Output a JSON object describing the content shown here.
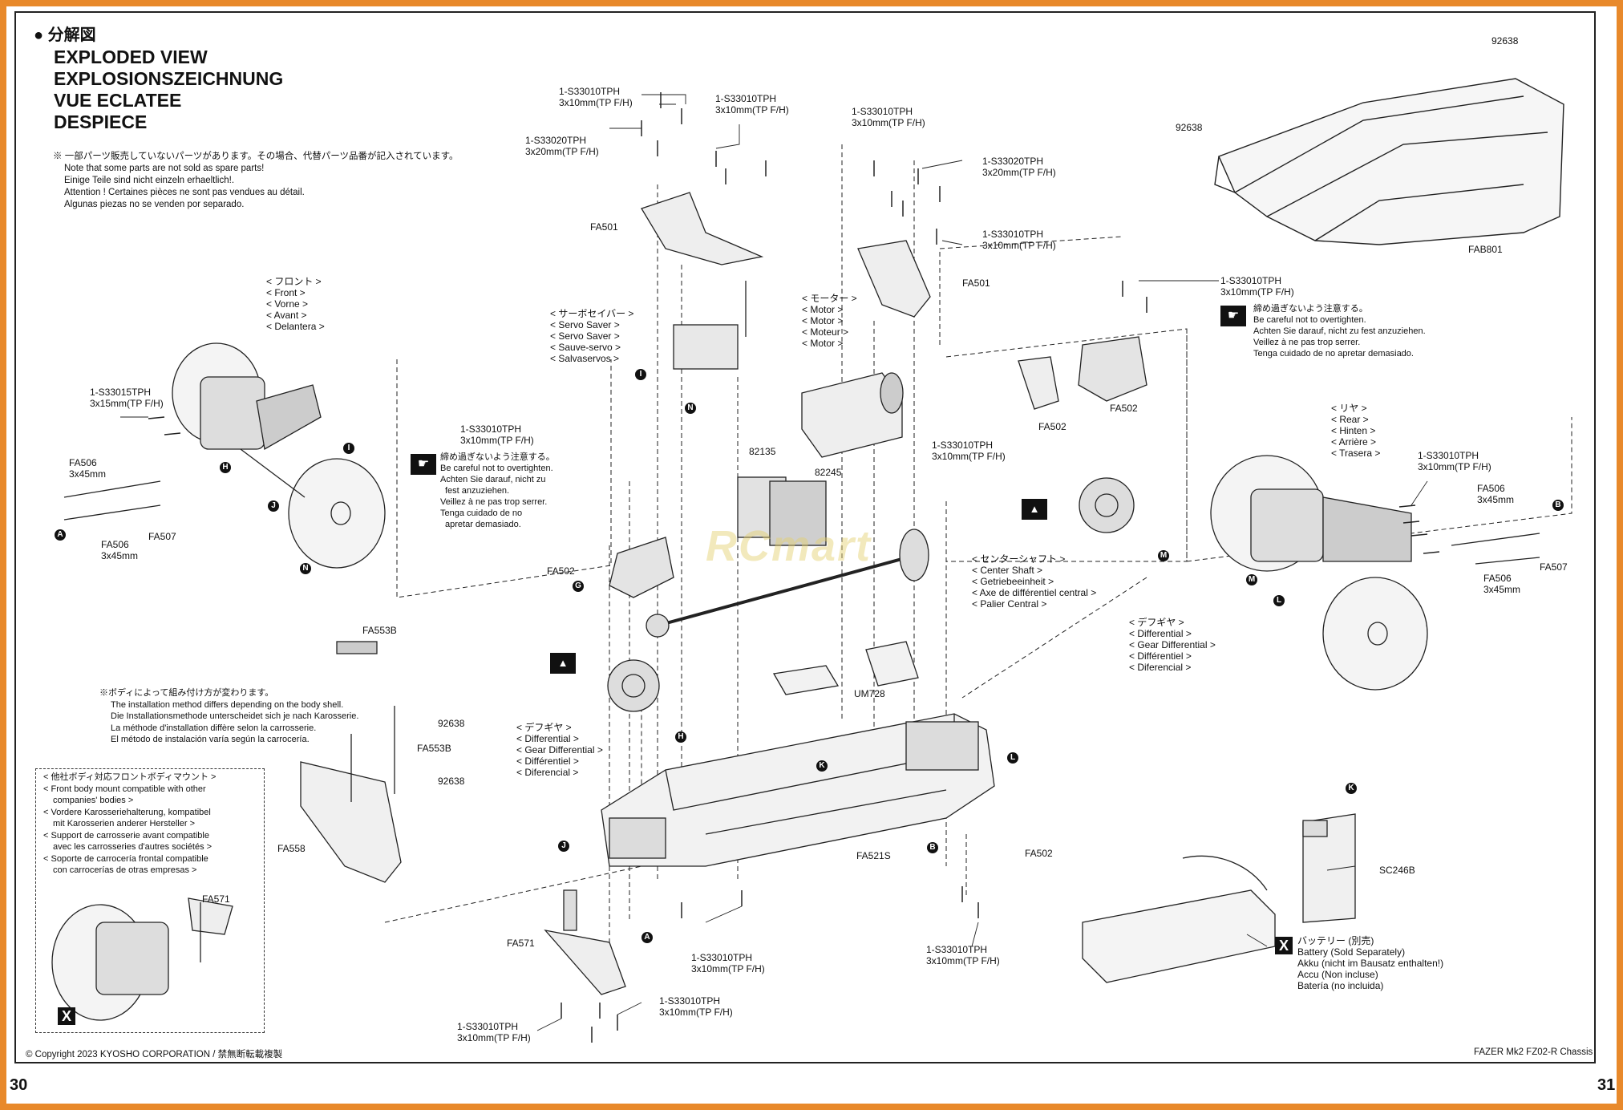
{
  "header": {
    "jp": "● 分解図",
    "titles": [
      "EXPLODED VIEW",
      "EXPLOSIONSZEICHNUNG",
      "VUE ECLATEE",
      "DESPIECE"
    ]
  },
  "spare_note": [
    "※ 一部パーツ販売していないパーツがあります。その場合、代替パーツ品番が記入されています。",
    "Note that some parts are not sold as spare parts!",
    "Einige Teile sind nicht einzeln erhaeltlich!.",
    "Attention ! Certaines pièces ne sont pas vendues au détail.",
    "Algunas piezas no se venden por separado."
  ],
  "front": [
    "< フロント >",
    "< Front >",
    "< Vorne >",
    "< Avant >",
    "< Delantera >"
  ],
  "rear": [
    "< リヤ >",
    "< Rear >",
    "< Hinten >",
    "< Arrière >",
    "< Trasera >"
  ],
  "servo_saver": [
    "< サーボセイバー >",
    "< Servo Saver >",
    "< Servo Saver >",
    "< Sauve-servo >",
    "< Salvaservos >"
  ],
  "motor": [
    "< モーター >",
    "< Motor >",
    "< Motor >",
    "< Moteur >",
    "< Motor >"
  ],
  "center_shaft": [
    "< センターシャフト >",
    "< Center Shaft >",
    "< Getriebeeinheit >",
    "< Axe de différentiel central >",
    "< Palier Central >"
  ],
  "diff_left": [
    "< デフギヤ >",
    "< Differential >",
    "< Gear Differential >",
    "< Différentiel >",
    "< Diferencial >"
  ],
  "diff_right": [
    "< デフギヤ >",
    "< Differential >",
    "< Gear Differential >",
    "< Différentiel >",
    "< Diferencial >"
  ],
  "overtighten_a": [
    "締め過ぎないよう注意する。",
    "Be careful not to overtighten.",
    "Achten Sie darauf, nicht zu",
    "fest anzuziehen.",
    "Veillez à ne pas trop serrer.",
    "Tenga cuidado de no",
    "apretar demasiado."
  ],
  "overtighten_b": [
    "締め過ぎないよう注意する。",
    "Be careful not to overtighten.",
    "Achten Sie darauf, nicht zu fest anzuziehen.",
    "Veillez à ne pas trop serrer.",
    "Tenga cuidado de no apretar demasiado."
  ],
  "body_note": [
    "※ボディによって組み付け方が変わります。",
    "The installation method differs depending on the body shell.",
    "Die Installationsmethode unterscheidet sich je nach Karosserie.",
    "La méthode d'installation diffère selon la carrosserie.",
    "El método de instalación varía según la carrocería."
  ],
  "inset_text": [
    "< 他社ボディ対応フロントボディマウント >",
    "< Front body mount compatible with other",
    "companies' bodies >",
    "< Vordere Karosseriehalterung, kompatibel",
    "mit Karosserien anderer Hersteller >",
    "< Support de carrosserie avant compatible",
    "avec les carrosseries d'autres sociétés >",
    "< Soporte de carrocería frontal compatible",
    "con carrocerías de otras empresas >"
  ],
  "battery": [
    "バッテリー (別売)",
    "Battery (Sold Separately)",
    "Akku (nicht im Bausatz enthalten!)",
    "Accu (Non incluse)",
    "Batería (no incluida)"
  ],
  "parts": {
    "fa501": "FA501",
    "fa502": "FA502",
    "fa506": "FA506",
    "fa507": "FA507",
    "fa521s": "FA521S",
    "fa553b": "FA553B",
    "fa558": "FA558",
    "fa571": "FA571",
    "fab801": "FAB801",
    "n92638": "92638",
    "n82135": "82135",
    "n82245": "82245",
    "um728": "UM728",
    "sc246b": "SC246B",
    "s10": "1-S33010TPH",
    "s20": "1-S33020TPH",
    "s15": "1-S33015TPH",
    "d10": "3x10mm(TP F/H)",
    "d20": "3x20mm(TP F/H)",
    "d15": "3x15mm(TP F/H)",
    "d45": "3x45mm"
  },
  "markers": {
    "a": "A",
    "b": "B",
    "g": "G",
    "h": "H",
    "i": "I",
    "j": "J",
    "k": "K",
    "l": "L",
    "m": "M",
    "n": "N",
    "x": "X"
  },
  "watermark": "RCmart",
  "footer": {
    "copyright": "© Copyright 2023 KYOSHO CORPORATION / 禁無断転載複製",
    "model": "FAZER Mk2 FZ02-R Chassis",
    "page_left": "30",
    "page_right": "31"
  }
}
